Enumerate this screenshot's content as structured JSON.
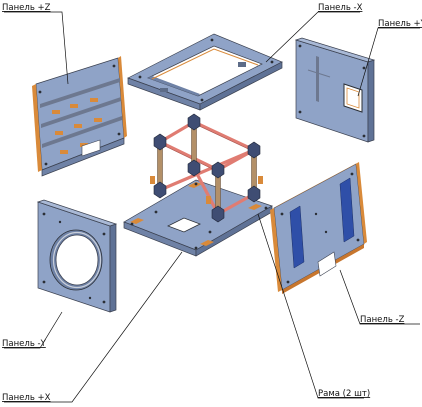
{
  "labels": {
    "panel_pz": "Панель +Z",
    "panel_mx": "Панель -X",
    "panel_py": "Панель +Y",
    "panel_my": "Панель -Y",
    "panel_mz": "Панель -Z",
    "panel_px": "Панель +X",
    "frame": "Рама (2 шт)"
  },
  "colors": {
    "panel_blue": "#8fa3c7",
    "panel_shade": "#7085ab",
    "orange_rail": "#d98a3a",
    "red_strut": "#e07c72",
    "dark_blue_strip": "#2f4fa8",
    "metal_dark": "#3b4150"
  }
}
